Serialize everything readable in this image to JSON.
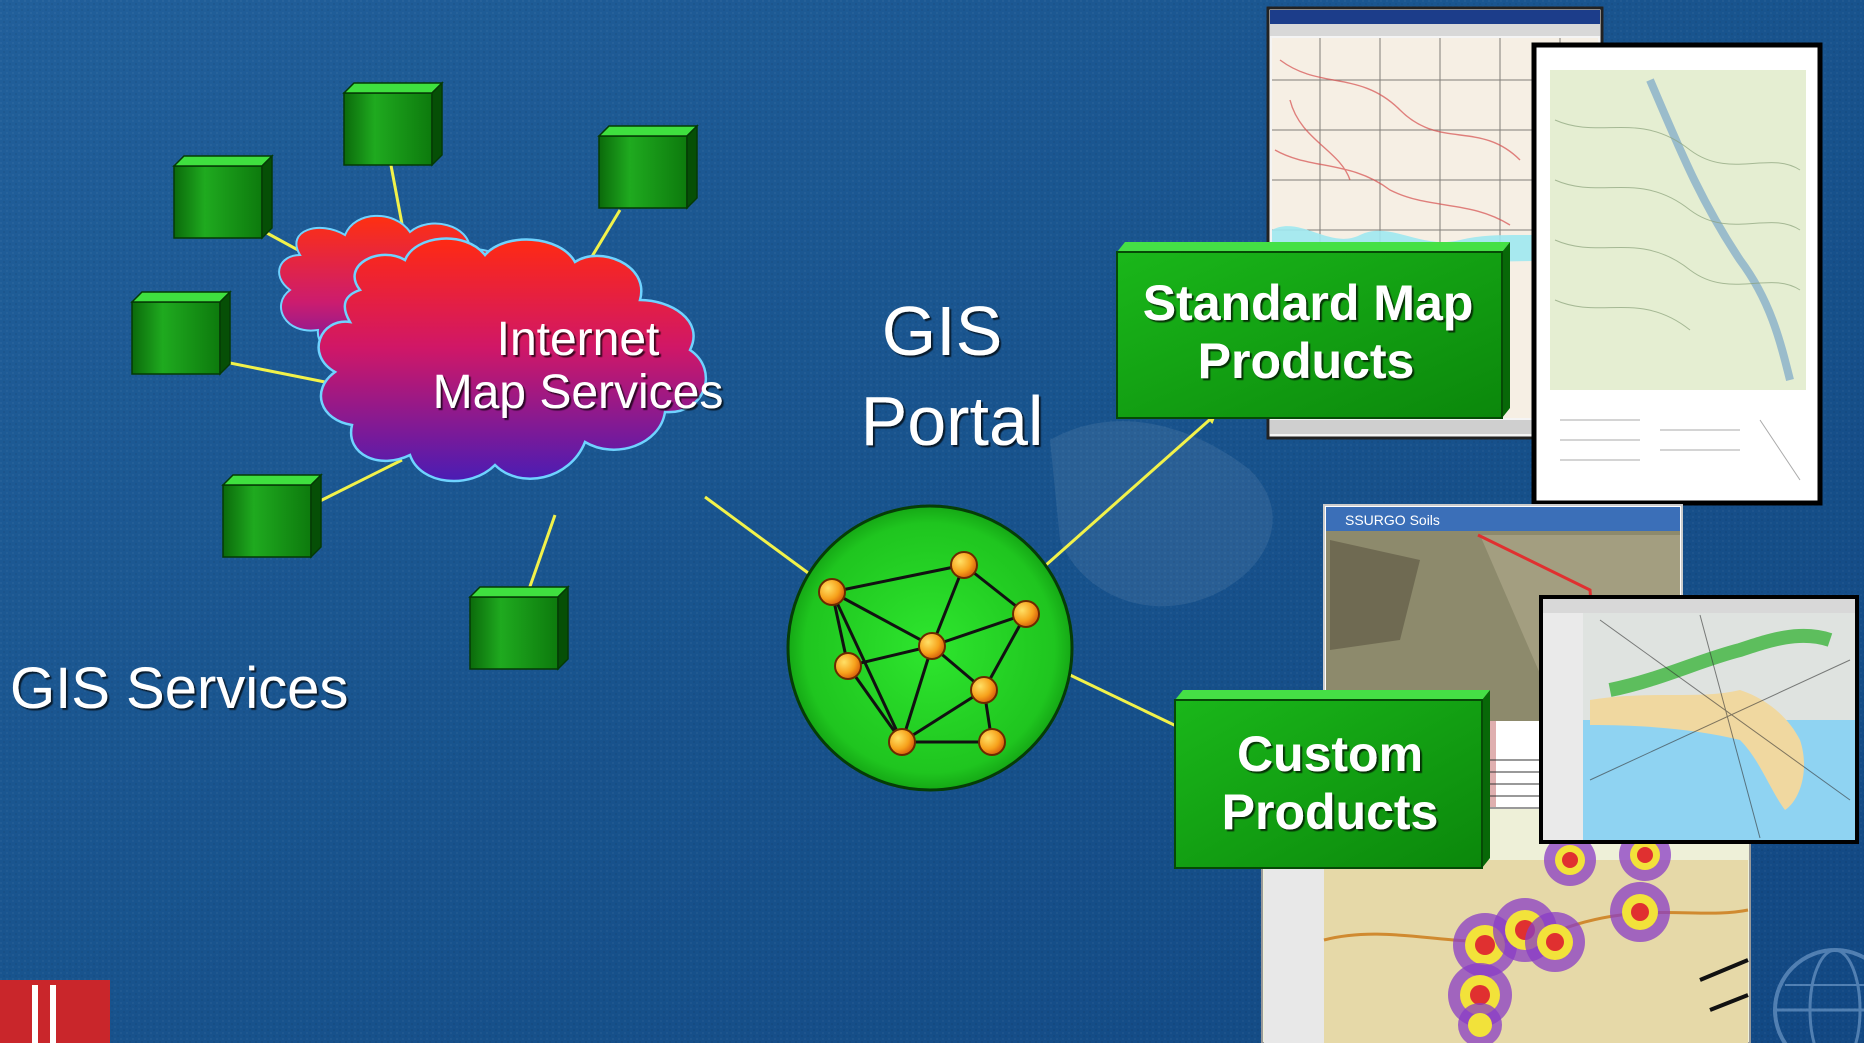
{
  "slide": {
    "gis_services_label": "GIS Services",
    "portal_label_line1": "GIS",
    "portal_label_line2": "Portal",
    "cloud_label_line1": "Internet",
    "cloud_label_line2": "Map Services",
    "standard_products_line1": "Standard Map",
    "standard_products_line2": "Products",
    "custom_products_line1": "Custom",
    "custom_products_line2": "Products",
    "soils_window_title": "SSURGO Soils"
  },
  "colors": {
    "background": "#17508a",
    "server_green": "#1fa51f",
    "connector_yellow": "#f2f24a",
    "node_orange": "#f7a21c",
    "portal_green": "#27d627",
    "logo_red": "#c9262b"
  },
  "icons": [
    "server-icon",
    "cloud-icon",
    "network-globe-icon",
    "arrow-icon",
    "logo-mark",
    "globe-watermark-icon"
  ]
}
